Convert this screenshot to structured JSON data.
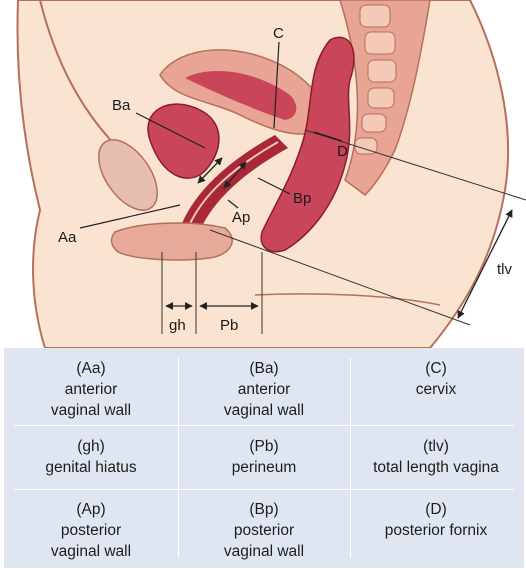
{
  "figure_labels": {
    "C": "C",
    "Ba": "Ba",
    "D": "D",
    "Bp": "Bp",
    "Ap": "Ap",
    "Aa": "Aa",
    "tlv": "tlv",
    "gh": "gh",
    "Pb": "Pb"
  },
  "legend": [
    {
      "abbr": "(Aa)",
      "lines": [
        "anterior",
        "vaginal wall"
      ]
    },
    {
      "abbr": "(Ba)",
      "lines": [
        "anterior",
        "vaginal wall"
      ]
    },
    {
      "abbr": "(C)",
      "lines": [
        "cervix"
      ]
    },
    {
      "abbr": "(gh)",
      "lines": [
        "genital hiatus"
      ]
    },
    {
      "abbr": "(Pb)",
      "lines": [
        "perineum"
      ]
    },
    {
      "abbr": "(tlv)",
      "lines": [
        "total length vagina"
      ]
    },
    {
      "abbr": "(Ap)",
      "lines": [
        "posterior",
        "vaginal wall"
      ]
    },
    {
      "abbr": "(Bp)",
      "lines": [
        "posterior",
        "vaginal wall"
      ]
    },
    {
      "abbr": "(D)",
      "lines": [
        "posterior fornix"
      ]
    }
  ],
  "colors": {
    "skin": "#fbe3d2",
    "outline": "#b5705a",
    "organ_dark": "#a8283a",
    "organ_mid": "#c9455a",
    "organ_light": "#e8a596",
    "legend_bg": "#dfe6f2"
  }
}
